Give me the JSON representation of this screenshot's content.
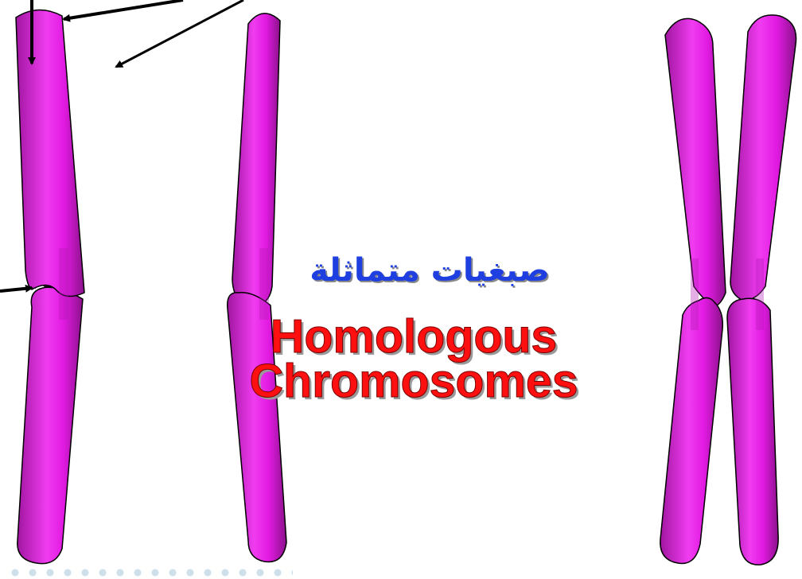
{
  "title_arabic": "صبغيات متماثلة",
  "title_english": [
    "Homologous",
    "Chromosomes"
  ],
  "colors": {
    "chromosome": "#e61ee6",
    "chromosome_dark": "#8a128a",
    "chromosome_light": "#ff7cff",
    "title_arabic": "#1f3fe0",
    "title_english": "#ff1010",
    "arrow": "#000000"
  },
  "chromosomes": [
    {
      "id": "left-chromosome"
    },
    {
      "id": "middle-chromosome"
    },
    {
      "id": "right-pair-chromatid-a"
    },
    {
      "id": "right-pair-chromatid-b"
    }
  ],
  "arrows": [
    {
      "id": "arrow-top-vertical"
    },
    {
      "id": "arrow-to-top-of-chromosome"
    },
    {
      "id": "arrow-to-chromosome-side"
    },
    {
      "id": "arrow-to-centromere"
    }
  ]
}
